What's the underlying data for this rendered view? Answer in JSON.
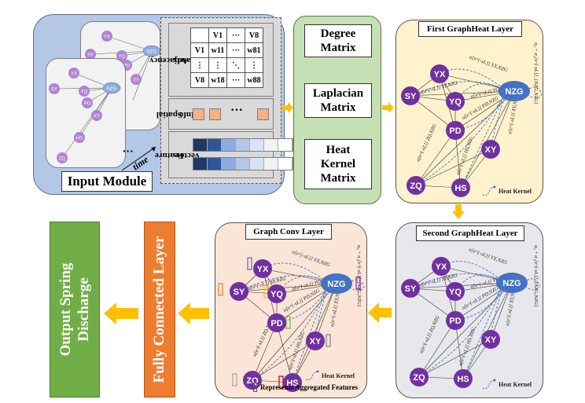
{
  "input_module": {
    "label": "Input Module",
    "time_label": "time",
    "ellipsis": "···",
    "adjacency": {
      "label_line1": "Adjacency",
      "label_line2": "Matrix",
      "rows": [
        [
          "",
          "V1",
          "···",
          "V8"
        ],
        [
          "V1",
          "w11",
          "···",
          "w81"
        ],
        [
          "⋮",
          "⋮",
          "⋱",
          "⋮"
        ],
        [
          "V8",
          "w18",
          "···",
          "w88"
        ]
      ]
    },
    "spatial": {
      "label_line1": "Spatial",
      "label_line2": "Info",
      "ellipsis": "···",
      "color": "#f4b183"
    },
    "features": {
      "label_line1": "Feature",
      "label_line2": "Vectors",
      "shades": [
        "#1f3864",
        "#2f5597",
        "#8faadc",
        "#b4c7e7",
        "#dae3f3",
        "#f2f2f2",
        "#ffffff"
      ]
    }
  },
  "matrices": {
    "items": [
      {
        "line1": "Degree",
        "line2": "Matrix",
        "line3": ""
      },
      {
        "line1": "Laplacian",
        "line2": "Matrix",
        "line3": ""
      },
      {
        "line1": "Heat",
        "line2": "Kernel",
        "line3": "Matrix"
      }
    ]
  },
  "graph": {
    "nodes": [
      "YX",
      "SY",
      "YQ",
      "NZG",
      "PD",
      "XY",
      "ZQ",
      "HS"
    ],
    "node_color": "#7030a0",
    "hub_color": "#4472c4",
    "snapshot_node_color": "#b083d3",
    "snapshot_hub_color": "#8faadc",
    "kernel_color": "#4472c4",
    "formula_short": "α[e^{-sL}]",
    "formula_self": "α₀ + α₁[e^{-sL}]_{NZG,NZG}",
    "edge_labels": [
      "YX,NZG",
      "SY,NZG",
      "YQ,NZG",
      "PD,NZG",
      "XY,NZG",
      "ZQ,NZG",
      "HS,NZG"
    ]
  },
  "first_layer": {
    "title": "First GraphHeat Layer",
    "legend": "Heat Kernel"
  },
  "second_layer": {
    "title": "Second GraphHeat Layer",
    "legend": "Heat Kernel"
  },
  "conv_layer": {
    "title": "Graph Conv Layer",
    "legend": "Heat Kernel",
    "legend2": "Represents Aggregated Features",
    "feature_colors": [
      "#4472c4",
      "#ed7d31",
      "#ffc000",
      "#7030a0",
      "#70ad47",
      "#7f7f7f",
      "#a5a5a5",
      "#c00000"
    ]
  },
  "fully_connected": {
    "label": "Fully Connected Layer"
  },
  "output": {
    "line1": "Output Spring",
    "line2": "Discharge"
  },
  "arrow_color": "#ffc000"
}
